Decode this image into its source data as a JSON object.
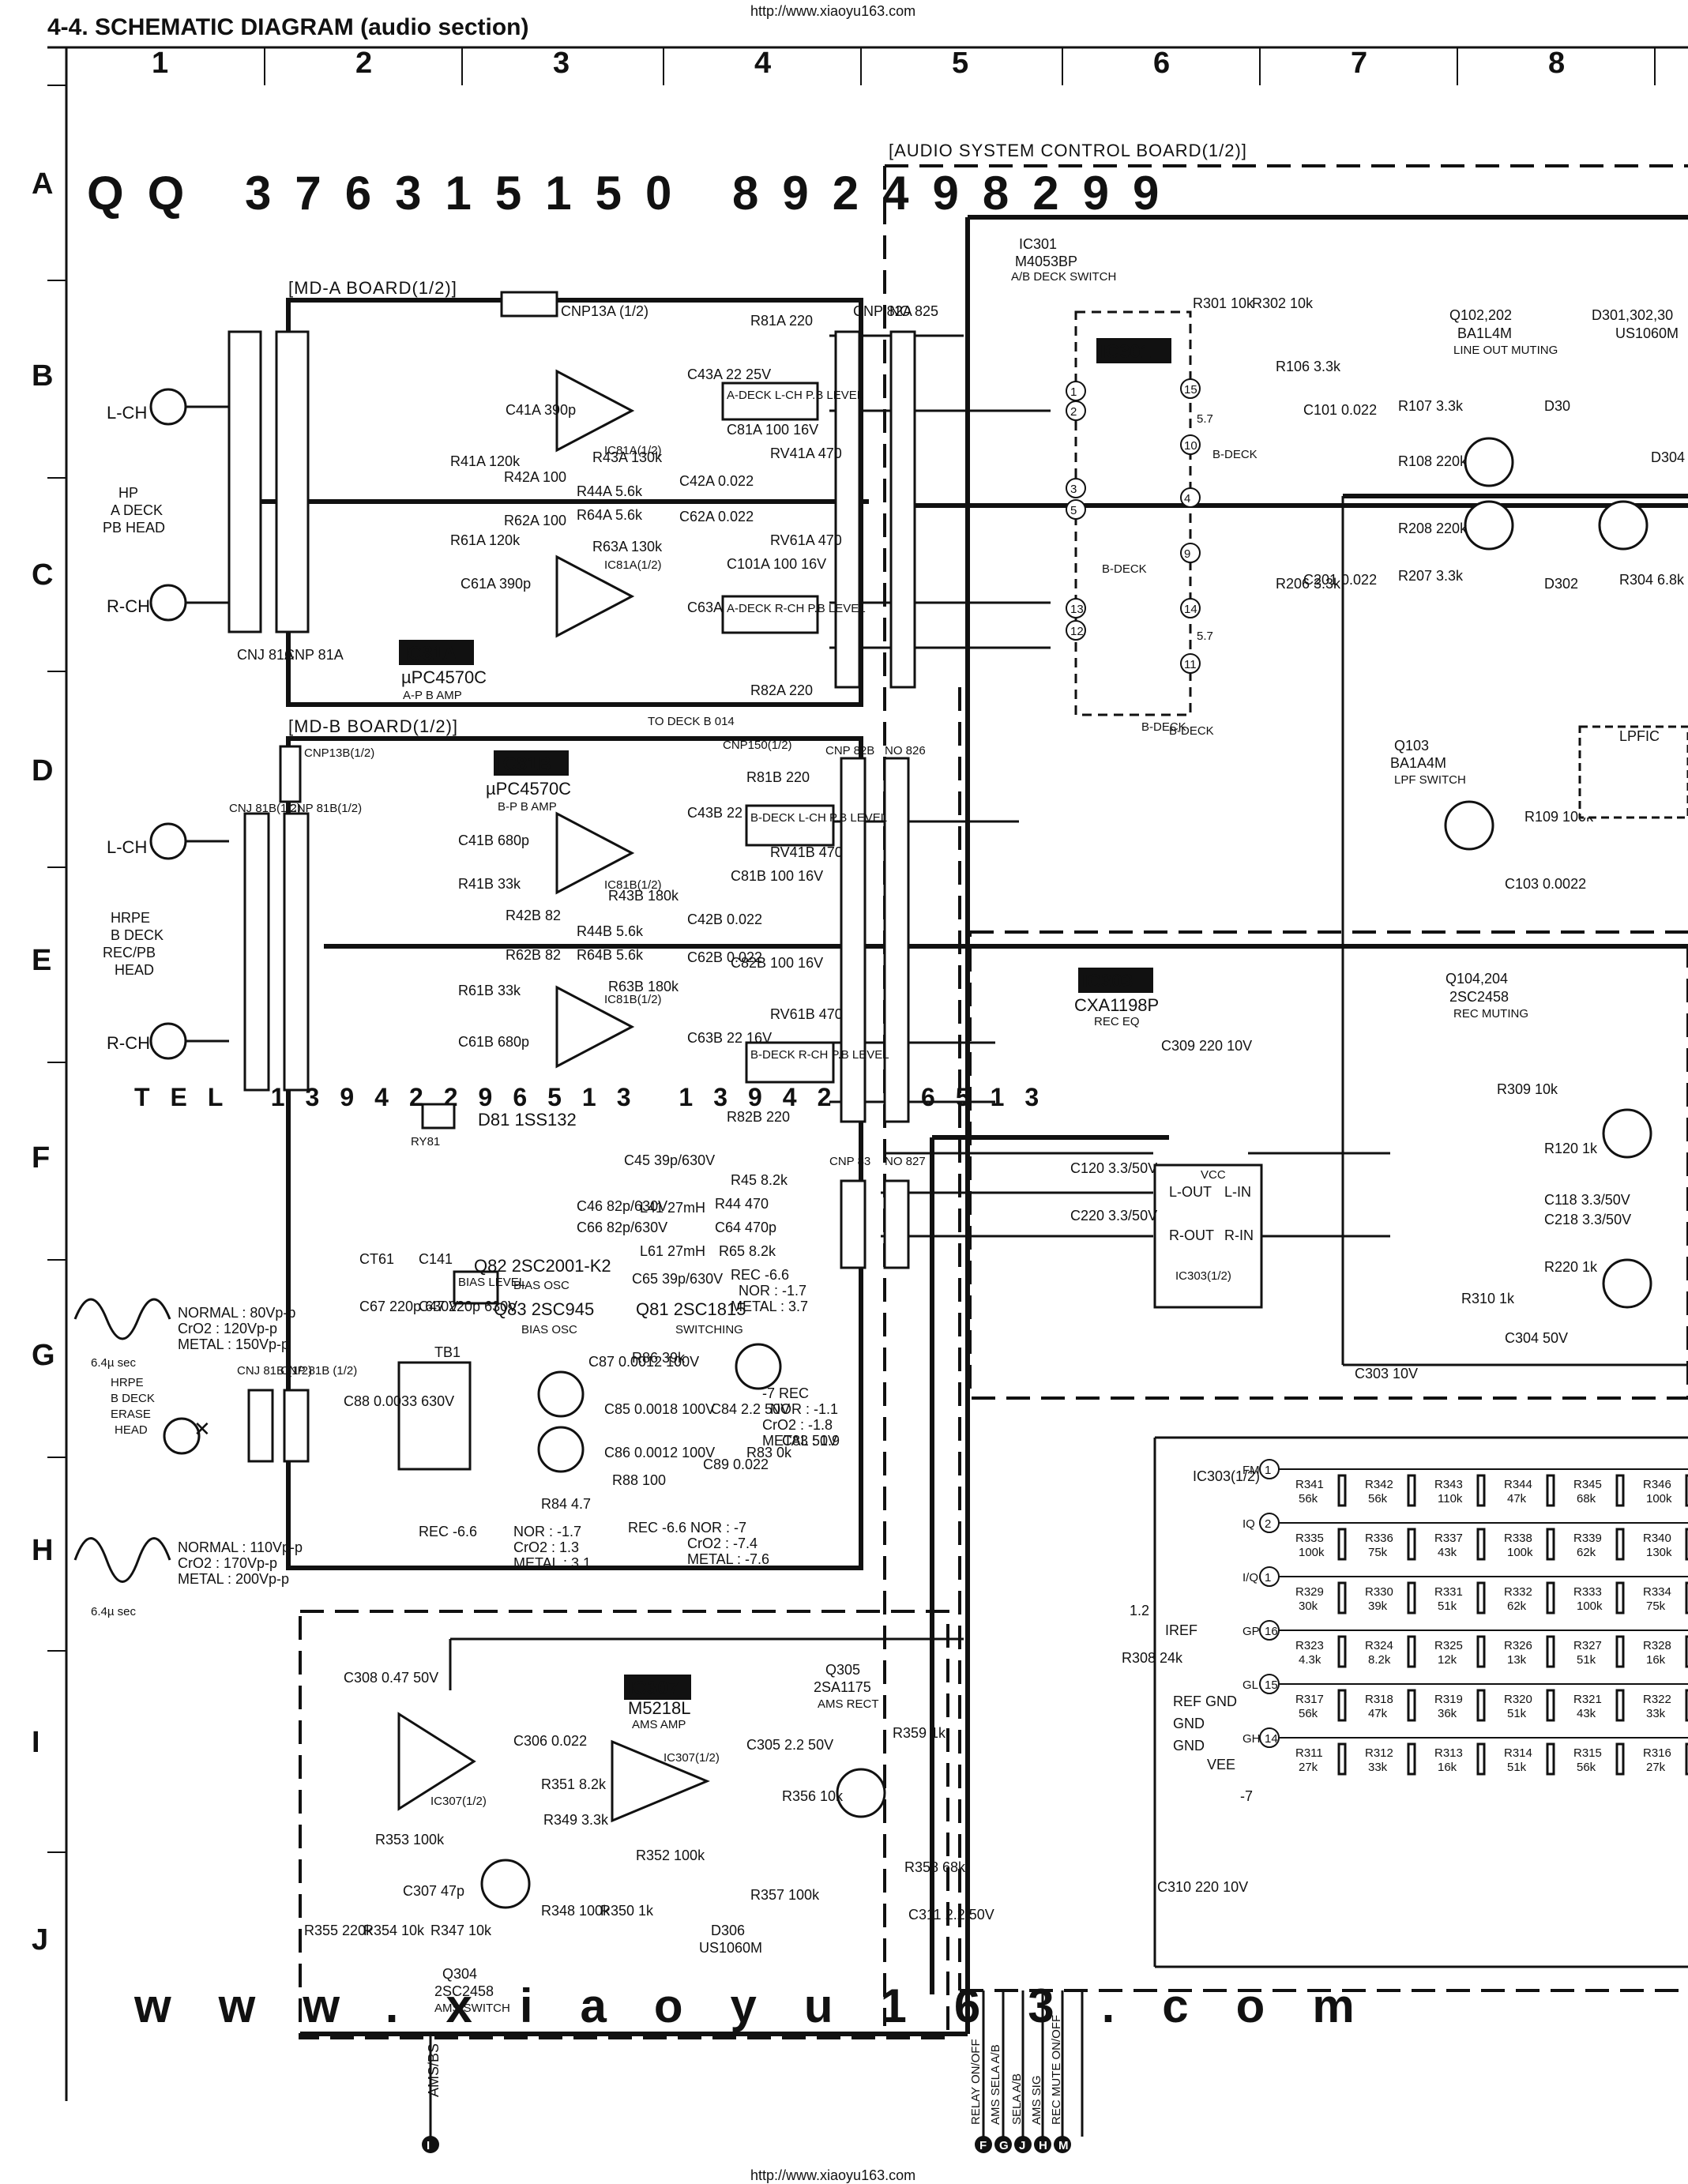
{
  "header": {
    "title": "4-4.  SCHEMATIC DIAGRAM (audio section)",
    "url_top": "http://www.xiaoyu163.com",
    "url_bottom": "http://www.xiaoyu163.com"
  },
  "watermarks": {
    "top": "QQ 376315150   892498299",
    "middle": "TEL 13942296513   13942296513",
    "bottom": "www.xiaoyu163.com"
  },
  "grid": {
    "columns": [
      "1",
      "2",
      "3",
      "4",
      "5",
      "6",
      "7",
      "8"
    ],
    "rows": [
      "A",
      "B",
      "C",
      "D",
      "E",
      "F",
      "G",
      "H",
      "I",
      "J"
    ]
  },
  "boards": {
    "audio_system_control": "[AUDIO SYSTEM CONTROL BOARD(1/2)]",
    "md_a": "[MD-A BOARD(1/2)]",
    "md_b": "[MD-B BOARD(1/2)]"
  },
  "heads": {
    "hp_lch": "L-CH",
    "hp_rch": "R-CH",
    "hp_name": [
      "HP",
      "A DECK",
      "PB HEAD"
    ],
    "b_lch": "L-CH",
    "b_rch": "R-CH",
    "b_name": [
      "HRPE",
      "B DECK",
      "REC/PB",
      "HEAD"
    ],
    "erase_name": [
      "HRPE",
      "B DECK",
      "ERASE",
      "HEAD"
    ]
  },
  "connectors": {
    "cnj81a": "CNJ 81A",
    "cnp81a": "CNP 81A",
    "cnp13a": "CNP13A (1/2)",
    "cnp82a": "CNP 82A",
    "no825": "NO 825",
    "cnp13b": "CNP13B(1/2)",
    "cnj81b": "CNJ 81B(1/2)",
    "cnp81b": "CNP 81B(1/2)",
    "cnp150": "CNP150(1/2)",
    "cnp82b": "CNP 82B",
    "no826": "NO 826",
    "cnp83": "CNP 83",
    "no827": "NO 827",
    "cnj81b_e": "CNJ 81B (1/2)",
    "cnp81b_e": "CNP 81B (1/2)",
    "to_deck": "TO DECK B 014"
  },
  "ics": {
    "ic81a": {
      "tag": "IC81A",
      "part": "µPC4570C",
      "desc": "A-P B AMP",
      "ha": "IC81A(1/2)",
      "hb": "IC81A(1/2)"
    },
    "ic81b": {
      "tag": "IC81B",
      "part": "µPC4570C",
      "desc": "B-P B AMP",
      "ha": "IC81B(1/2)",
      "hb": "IC81B(1/2)"
    },
    "ic301": {
      "tag": "IC301",
      "name": "IC301",
      "part": "M4053BP",
      "desc": "A/B DECK SWITCH"
    },
    "ic303": {
      "tag": "IC303",
      "part": "CXA1198P",
      "desc": "REC EQ",
      "half": "IC303(1/2)",
      "half2": "IC303(1/2)"
    },
    "ic307": {
      "tag": "IC307",
      "part": "M5218L",
      "desc": "AMS AMP",
      "ha": "IC307(1/2)",
      "hb": "IC307(1/2)"
    }
  },
  "transistors": {
    "q102": {
      "name": "Q102,202",
      "part": "BA1L4M",
      "desc": "LINE OUT MUTING"
    },
    "d301": {
      "name": "D301,302,30",
      "part": "US1060M"
    },
    "q103": {
      "name": "Q103",
      "part": "BA1A4M",
      "desc": "LPF SWITCH"
    },
    "q104": {
      "name": "Q104,204",
      "part": "2SC2458",
      "desc": "REC MUTING"
    },
    "q82": {
      "name": "Q82  2SC2001-K2",
      "desc": "BIAS OSC"
    },
    "q83": {
      "name": "Q83  2SC945",
      "desc": "BIAS OSC"
    },
    "q81": {
      "name": "Q81  2SC1815",
      "desc": "SWITCHING"
    },
    "q305": {
      "name": "Q305",
      "part": "2SA1175",
      "desc": "AMS RECT"
    },
    "q304": {
      "name": "Q304",
      "part": "2SC2458",
      "desc": "AMS SWITCH"
    },
    "d306": {
      "name": "D306",
      "part": "US1060M"
    },
    "d81": {
      "name": "D81  1SS132"
    }
  },
  "components": {
    "r81a": "R81A 220",
    "r82a": "R82A 220",
    "r41a": "R41A 120k",
    "r61a": "R61A 120k",
    "r42a": "R42A 100",
    "r62a": "R62A 100",
    "r43a": "R43A 130k",
    "r44a": "R44A 5.6k",
    "r64a": "R64A 5.6k",
    "r63a": "R63A 130k",
    "c41a": "C41A 390p",
    "c61a": "C61A 390p",
    "c43a": "C43A 22 25V",
    "c63a": "C63A 22 25V",
    "c81a": "C81A 100 16V",
    "c101a": "C101A 100 16V",
    "c42a": "C42A 0.022",
    "c62a": "C62A 0.022",
    "rv41a": "RV41A 470",
    "rv61a": "RV61A 470",
    "adeck_l": "A-DECK L-CH P.B LEVEL",
    "adeck_r": "A-DECK R-CH P.B LEVEL",
    "r81b": "R81B 220",
    "r82b": "R82B 220",
    "r41b": "R41B 33k",
    "r61b": "R61B 33k",
    "c41b": "C41B 680p",
    "c61b": "C61B 680p",
    "r42b": "R42B 82",
    "r62b": "R62B 82",
    "r43b": "R43B 180k",
    "r63b": "R63B 180k",
    "r44b": "R44B 5.6k",
    "r64b": "R64B 5.6k",
    "c43b": "C43B 22 50V",
    "c63b": "C63B 22 16V",
    "c81b": "C81B 100 16V",
    "c82b": "C82B 100 16V",
    "c42b": "C42B 0.022",
    "c62b": "C62B 0.022",
    "rv41b": "RV41B 470",
    "rv61b": "RV61B 470",
    "bdeck_l": "B-DECK L-CH P.B LEVEL",
    "bdeck_r": "B-DECK R-CH P.B LEVEL",
    "c45": "C45 39p/630V",
    "c46": "C46 82p/630V",
    "c66": "C66 82p/630V",
    "c65": "C65 39p/630V",
    "l41": "L41 27mH",
    "l61": "L61 27mH",
    "r44": "R44 470",
    "r45": "R45 8.2k",
    "c64": "C64 470p",
    "r65": "R65 8.2k",
    "ct61": "CT61",
    "c141": "C141",
    "bias_level": "BIAS LEVEL",
    "c67": "C67 220p 630V",
    "c47": "C47 220p 630V",
    "tb1": "TB1",
    "c87": "C87 0.0012 100V",
    "c85": "C85 0.0018 100V",
    "c86": "C86 0.0012 100V",
    "r86": "R86 39k",
    "c84": "C84 2.2 50V",
    "c89": "C89 0.022",
    "r83": "R83 0k",
    "c83": "C83 50V",
    "c88": "C88 0.0033 630V",
    "r84": "R84 4.7",
    "r88": "R88 100",
    "ry81": "RY81",
    "r301": "R301 10k",
    "r302": "R302 10k",
    "r106": "R106 3.3k",
    "c101": "C101 0.022",
    "r107": "R107 3.3k",
    "r108": "R108 220k",
    "r208": "R208 220k",
    "r207": "R207 3.3k",
    "c201": "C201 0.022",
    "r206": "R206 3.3k",
    "r304": "R304 6.8k",
    "d304": "D304",
    "d302": "D302",
    "d303": "D30",
    "r109": "R109 100k",
    "c103": "C103 0.0022",
    "lpfic": "LPFIC",
    "c309": "C309 220 10V",
    "c120": "C120 3.3/50V",
    "c220": "C220 3.3/50V",
    "c118": "C118 3.3/50V",
    "c218": "C218 3.3/50V",
    "r309": "R309 10k",
    "r120": "R120 1k",
    "r220": "R220 1k",
    "r310": "R310 1k",
    "c304": "C304 50V",
    "c303": "C303 10V",
    "r308": "R308 24k",
    "c310": "C310 220 10V",
    "c308": "C308 0.47 50V",
    "c306": "C306 0.022",
    "r351": "R351 8.2k",
    "r349": "R349 3.3k",
    "r353": "R353 100k",
    "c307": "C307 47p",
    "r355": "R355 220k",
    "r354": "R354 10k",
    "r347": "R347 10k",
    "r348": "R348 100k",
    "r350": "R350 1k",
    "c305": "C305 2.2 50V",
    "r356": "R356 10k",
    "r352": "R352 100k",
    "r359": "R359 1k",
    "r358": "R358 68k",
    "r357": "R357 100k",
    "c311": "C311 2.2 50V"
  },
  "resistor_ladder": {
    "rows": [
      {
        "pin": "FM",
        "num": "1",
        "items": [
          "R341 56k",
          "R342 56k",
          "R343 110k",
          "R344 47k",
          "R345 68k",
          "R346 100k"
        ]
      },
      {
        "pin": "IQ",
        "num": "2",
        "items": [
          "R335 100k",
          "R336 75k",
          "R337 43k",
          "R338 100k",
          "R339 62k",
          "R340 130k"
        ]
      },
      {
        "pin": "I/Q",
        "num": "1",
        "items": [
          "R329 30k",
          "R330 39k",
          "R331 51k",
          "R332 62k",
          "R333 100k",
          "R334 75k"
        ]
      },
      {
        "pin": "GP",
        "num": "16",
        "items": [
          "R323 4.3k",
          "R324 8.2k",
          "R325 12k",
          "R326 13k",
          "R327 51k",
          "R328 16k"
        ]
      },
      {
        "pin": "GL",
        "num": "15",
        "items": [
          "R317 56k",
          "R318 47k",
          "R319 36k",
          "R320 51k",
          "R321 43k",
          "R322 33k"
        ]
      },
      {
        "pin": "GH",
        "num": "14",
        "items": [
          "R311 27k",
          "R312 33k",
          "R313 16k",
          "R314 51k",
          "R315 56k",
          "R316 27k"
        ]
      }
    ]
  },
  "waveforms": {
    "bias1": [
      "NORMAL : 80Vp-p",
      "CrO2   : 120Vp-p",
      "METAL  : 150Vp-p"
    ],
    "bias1_time": "6.4µ sec",
    "bias2": [
      "NORMAL : 110Vp-p",
      "CrO2   : 170Vp-p",
      "METAL  : 200Vp-p"
    ],
    "bias2_time": "6.4µ sec"
  },
  "voltages": {
    "rec66a": "REC -6.6",
    "nor17a": "NOR : -1.7",
    "cro13": "CrO2 : 1.3",
    "met31": "METAL : 3.1",
    "rec66b": "REC -6.6  NOR : -7",
    "cro74": "CrO2 : -7.4",
    "met76": "METAL : -7.6",
    "rec66c": "REC -6.6",
    "nor17c": "NOR : -1.7",
    "met37": "METAL : 3.7",
    "rec7": "-7 REC",
    "nor11": "NOR : -1.1",
    "cro18": "CrO2 : -1.8",
    "met19": "METAL : 1.9",
    "bdeck1": "B-DECK",
    "bdeck2": "B-DECK",
    "bdeck3": "B-DECK",
    "bdeck4": "B-DECK",
    "v57a": "5.7",
    "v57b": "5.7",
    "v12": "1.2",
    "vm7": "-7"
  },
  "ic303_pins": {
    "lout": "L-OUT",
    "rout": "R-OUT",
    "lin": "L-IN",
    "rin": "R-IN",
    "vcc": "VCC",
    "vee": "VEE",
    "iref": "IREF",
    "refgnd": "REF GND",
    "gnd1": "GND",
    "gnd2": "GND"
  },
  "bottom_signals": {
    "ams_bs": "AMS/BS",
    "relay": "RELAY ON/OFF",
    "ams_sela": "AMS SELA A/B",
    "sela": "SELA A/B",
    "ams_sig": "AMS SIG",
    "rec_mute": "REC MUTE ON/OFF",
    "markers": [
      "I",
      "F",
      "G",
      "J",
      "H",
      "M"
    ]
  },
  "colors": {
    "ink": "#111111",
    "paper": "#ffffff",
    "watermark": "#e3e3e3"
  }
}
